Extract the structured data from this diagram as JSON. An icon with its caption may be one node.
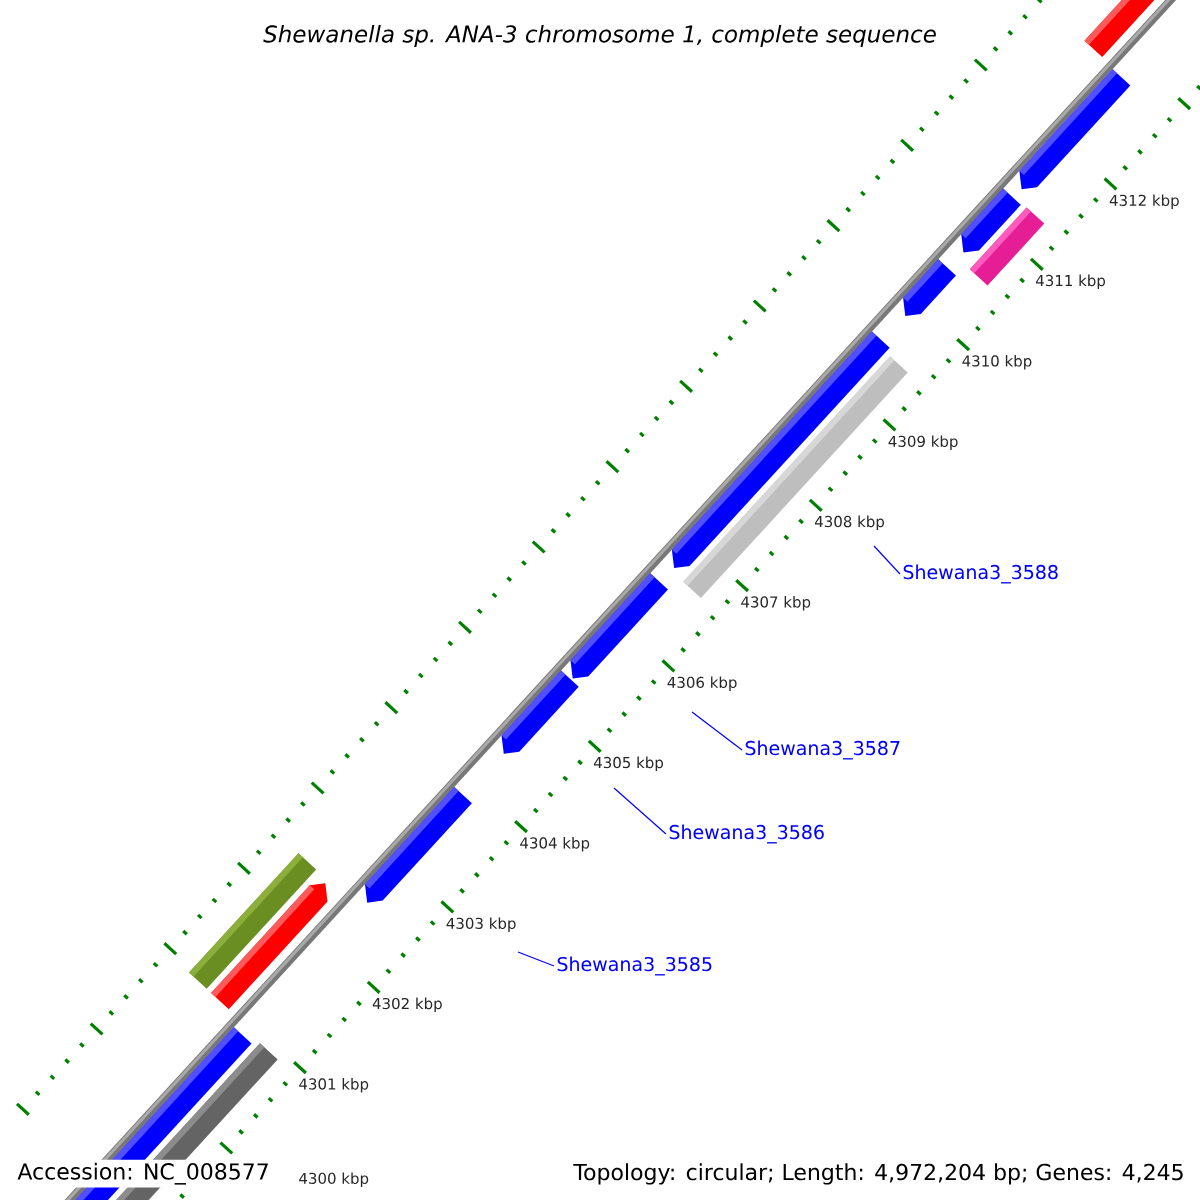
{
  "diagram": {
    "title": "Shewanella sp. ANA-3 chromosome 1, complete sequence",
    "nodes": [
      {
        "text": [
          "Shewana3_3588"
        ]
      },
      {
        "text": [
          "Shewana3_3587"
        ]
      },
      {
        "text": [
          "Shewana3_3586"
        ]
      },
      {
        "text": [
          "Shewana3_3585"
        ]
      }
    ],
    "edges": [
      {
        "from": 0,
        "to": null,
        "arrow": "none"
      },
      {
        "from": 1,
        "to": null,
        "arrow": "none"
      },
      {
        "from": 2,
        "to": null,
        "arrow": "none"
      },
      {
        "from": 3,
        "to": null,
        "arrow": "none"
      }
    ],
    "labels": [
      "4312 kbp",
      "4311 kbp",
      "4310 kbp",
      "4309 kbp",
      "4308 kbp",
      "4307 kbp",
      "4306 kbp",
      "4305 kbp",
      "4304 kbp",
      "4303 kbp",
      "4302 kbp",
      "4301 kbp",
      "4300 kbp",
      "Accession: NC_008577",
      "Topology: circular; Length: 4,972,204 bp; Genes: 4,245"
    ]
  }
}
